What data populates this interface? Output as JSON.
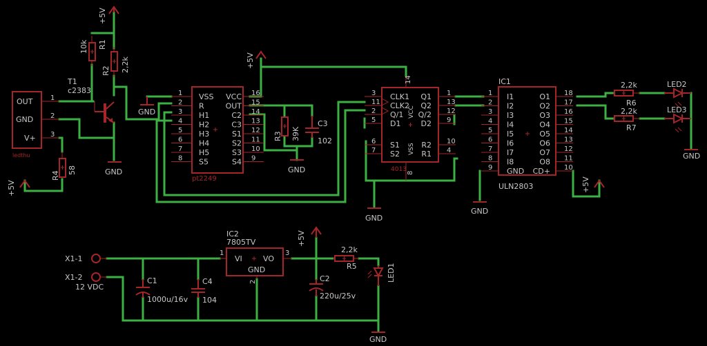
{
  "schematic": {
    "sensor": {
      "pins": [
        "OUT",
        "GND",
        "V+"
      ],
      "pin_numbers": [
        "1",
        "2",
        "3"
      ],
      "name": "ledthu"
    },
    "transistor": {
      "ref": "T1",
      "value": "c2383"
    },
    "resistors": {
      "r1": {
        "ref": "R1",
        "value": "10k"
      },
      "r2": {
        "ref": "R2",
        "value": "2,2k"
      },
      "r3": {
        "ref": "R3",
        "value": "39K"
      },
      "r4": {
        "ref": "R4",
        "value": "58"
      },
      "r5": {
        "ref": "R5",
        "value": "2,2k"
      },
      "r6": {
        "ref": "R6",
        "value": "2,2k"
      },
      "r7": {
        "ref": "R7",
        "value": "2,2k"
      }
    },
    "capacitors": {
      "c1": {
        "ref": "C1",
        "value": "1000u/16v"
      },
      "c2": {
        "ref": "C2",
        "value": "220u/25v"
      },
      "c3": {
        "ref": "C3",
        "value": "102"
      },
      "c4": {
        "ref": "C4",
        "value": "104"
      }
    },
    "pt2249": {
      "name": "pt2249",
      "left_pins": [
        {
          "num": "1",
          "label": "VSS"
        },
        {
          "num": "2",
          "label": "R"
        },
        {
          "num": "3",
          "label": "H1"
        },
        {
          "num": "4",
          "label": "H2"
        },
        {
          "num": "5",
          "label": "H3"
        },
        {
          "num": "6",
          "label": "H4"
        },
        {
          "num": "7",
          "label": "H5"
        },
        {
          "num": "8",
          "label": "S5"
        }
      ],
      "right_pins": [
        {
          "num": "16",
          "label": "VCC"
        },
        {
          "num": "15",
          "label": "OUT"
        },
        {
          "num": "14",
          "label": "C2"
        },
        {
          "num": "13",
          "label": "C3"
        },
        {
          "num": "12",
          "label": "S1"
        },
        {
          "num": "11",
          "label": "S2"
        },
        {
          "num": "10",
          "label": "S3"
        },
        {
          "num": "9",
          "label": "S4"
        }
      ]
    },
    "ic4013": {
      "name": "4013",
      "top_pin": "14",
      "bottom_pin": "8",
      "vcc_label": "VCC",
      "vss_label": "VSS",
      "left_pins": [
        {
          "num": "3",
          "label": "CLK1"
        },
        {
          "num": "11",
          "label": "CLK2"
        },
        {
          "num": "2",
          "label": "Q/1"
        },
        {
          "num": "5",
          "label": "D1"
        },
        {
          "num": "6",
          "label": "S1"
        },
        {
          "num": "7",
          "label": "S2"
        }
      ],
      "right_pins": [
        {
          "num": "1",
          "label": "Q1"
        },
        {
          "num": "13",
          "label": "Q2"
        },
        {
          "num": "12",
          "label": "Q/2"
        },
        {
          "num": "9",
          "label": "D2"
        },
        {
          "num": "10",
          "label": "R2"
        },
        {
          "num": "4",
          "label": "R1"
        }
      ]
    },
    "ic1": {
      "ref": "IC1",
      "name": "ULN2803",
      "left_pins": [
        {
          "num": "1",
          "label": "I1"
        },
        {
          "num": "2",
          "label": "I2"
        },
        {
          "num": "3",
          "label": "I3"
        },
        {
          "num": "4",
          "label": "I4"
        },
        {
          "num": "5",
          "label": "I5"
        },
        {
          "num": "6",
          "label": "I6"
        },
        {
          "num": "7",
          "label": "I7"
        },
        {
          "num": "8",
          "label": "I8"
        },
        {
          "num": "9",
          "label": "GND"
        }
      ],
      "right_pins": [
        {
          "num": "18",
          "label": "O1"
        },
        {
          "num": "17",
          "label": "O2"
        },
        {
          "num": "16",
          "label": "O3"
        },
        {
          "num": "15",
          "label": "O4"
        },
        {
          "num": "14",
          "label": "O5"
        },
        {
          "num": "13",
          "label": "O6"
        },
        {
          "num": "12",
          "label": "O7"
        },
        {
          "num": "11",
          "label": "O8"
        },
        {
          "num": "10",
          "label": "CD+"
        }
      ]
    },
    "ic2": {
      "ref": "IC2",
      "name": "7805TV",
      "vi": "VI",
      "vo": "VO",
      "gnd": "GND",
      "pin1": "1",
      "pin2": "2",
      "pin3": "3"
    },
    "leds": {
      "led1": "LED1",
      "led2": "LED2",
      "led3": "LED3"
    },
    "connector": {
      "x1_1": "X1-1",
      "x1_2": "X1-2",
      "note": "12 VDC"
    },
    "power": {
      "vcc": "+5V",
      "gnd": "GND"
    }
  }
}
